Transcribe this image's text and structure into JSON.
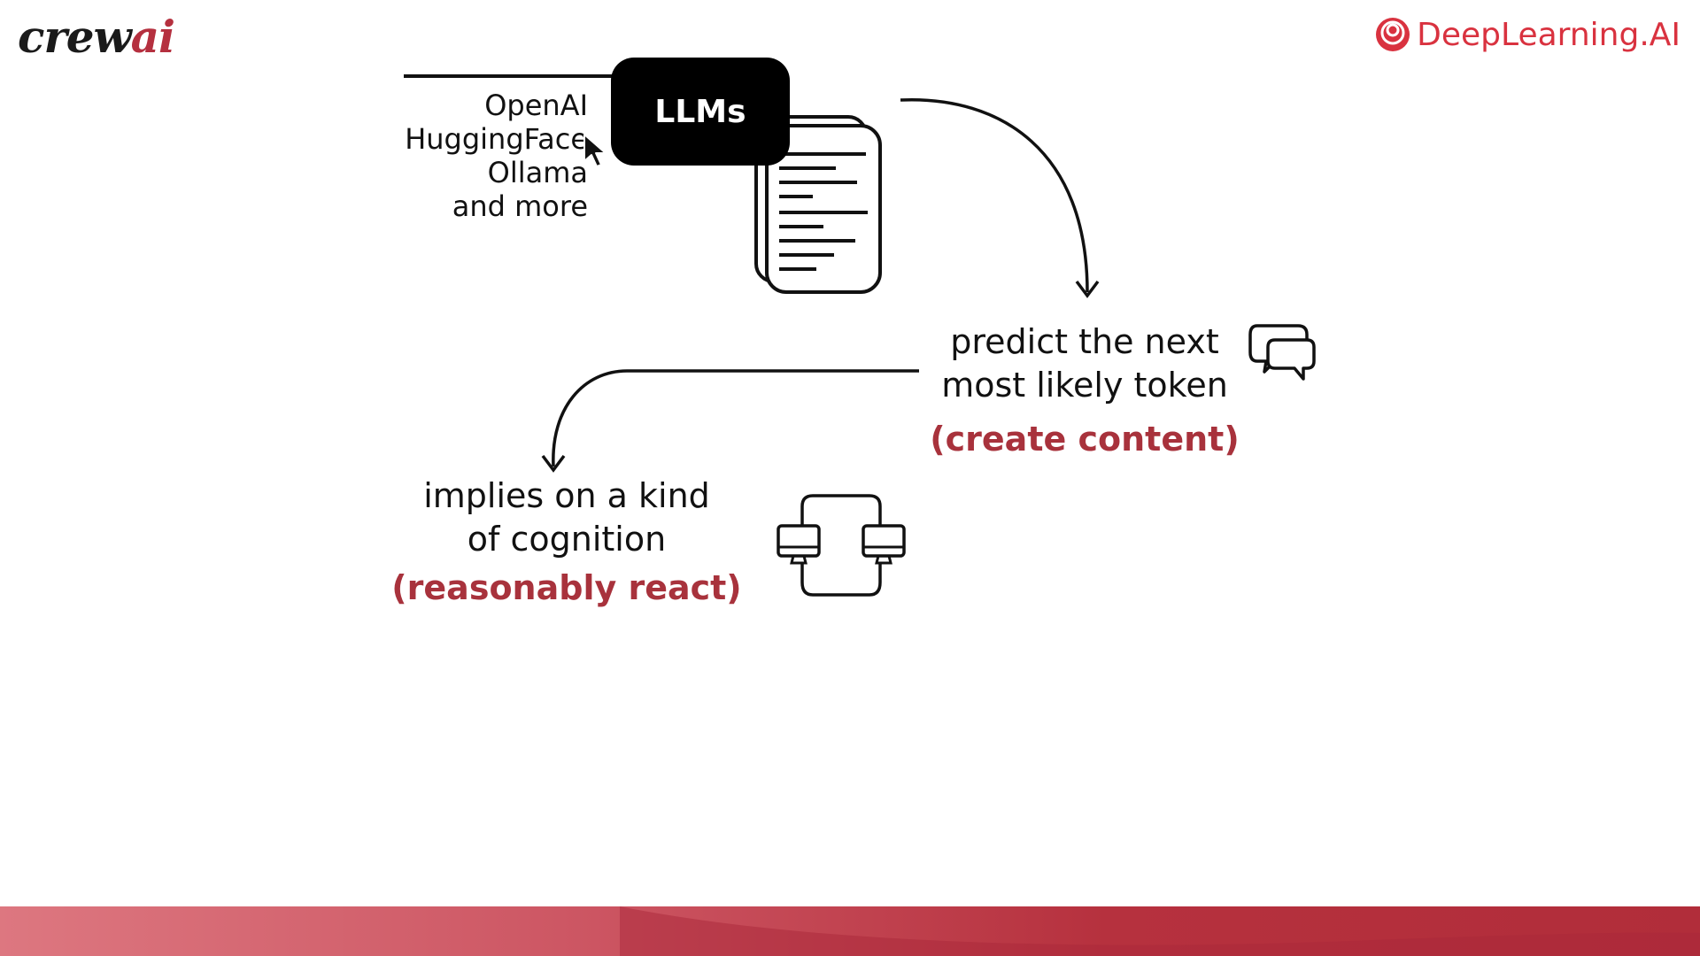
{
  "branding": {
    "crew_logo_main": "crew",
    "crew_logo_accent": "ai",
    "deeplearning_label": "DeepLearning.AI"
  },
  "diagram": {
    "center_node": "LLMs",
    "providers": [
      "OpenAI",
      "HuggingFace",
      "Ollama",
      "and more"
    ],
    "predict_node": {
      "line1": "predict the next",
      "line2": "most likely token",
      "accent": "(create content)"
    },
    "cognition_node": {
      "line1": "implies on a kind",
      "line2": "of cognition",
      "accent": "(reasonably react)"
    }
  },
  "icons": {
    "document": "document-stack-icon",
    "chat": "chat-bubbles-icon",
    "computers": "computers-exchange-icon",
    "cursor": "mouse-cursor-icon",
    "dl_logo": "deeplearning-logo-icon"
  },
  "colors": {
    "accent": "#a8323c",
    "brand_red": "#d9323f",
    "band": "#b12d3a"
  }
}
